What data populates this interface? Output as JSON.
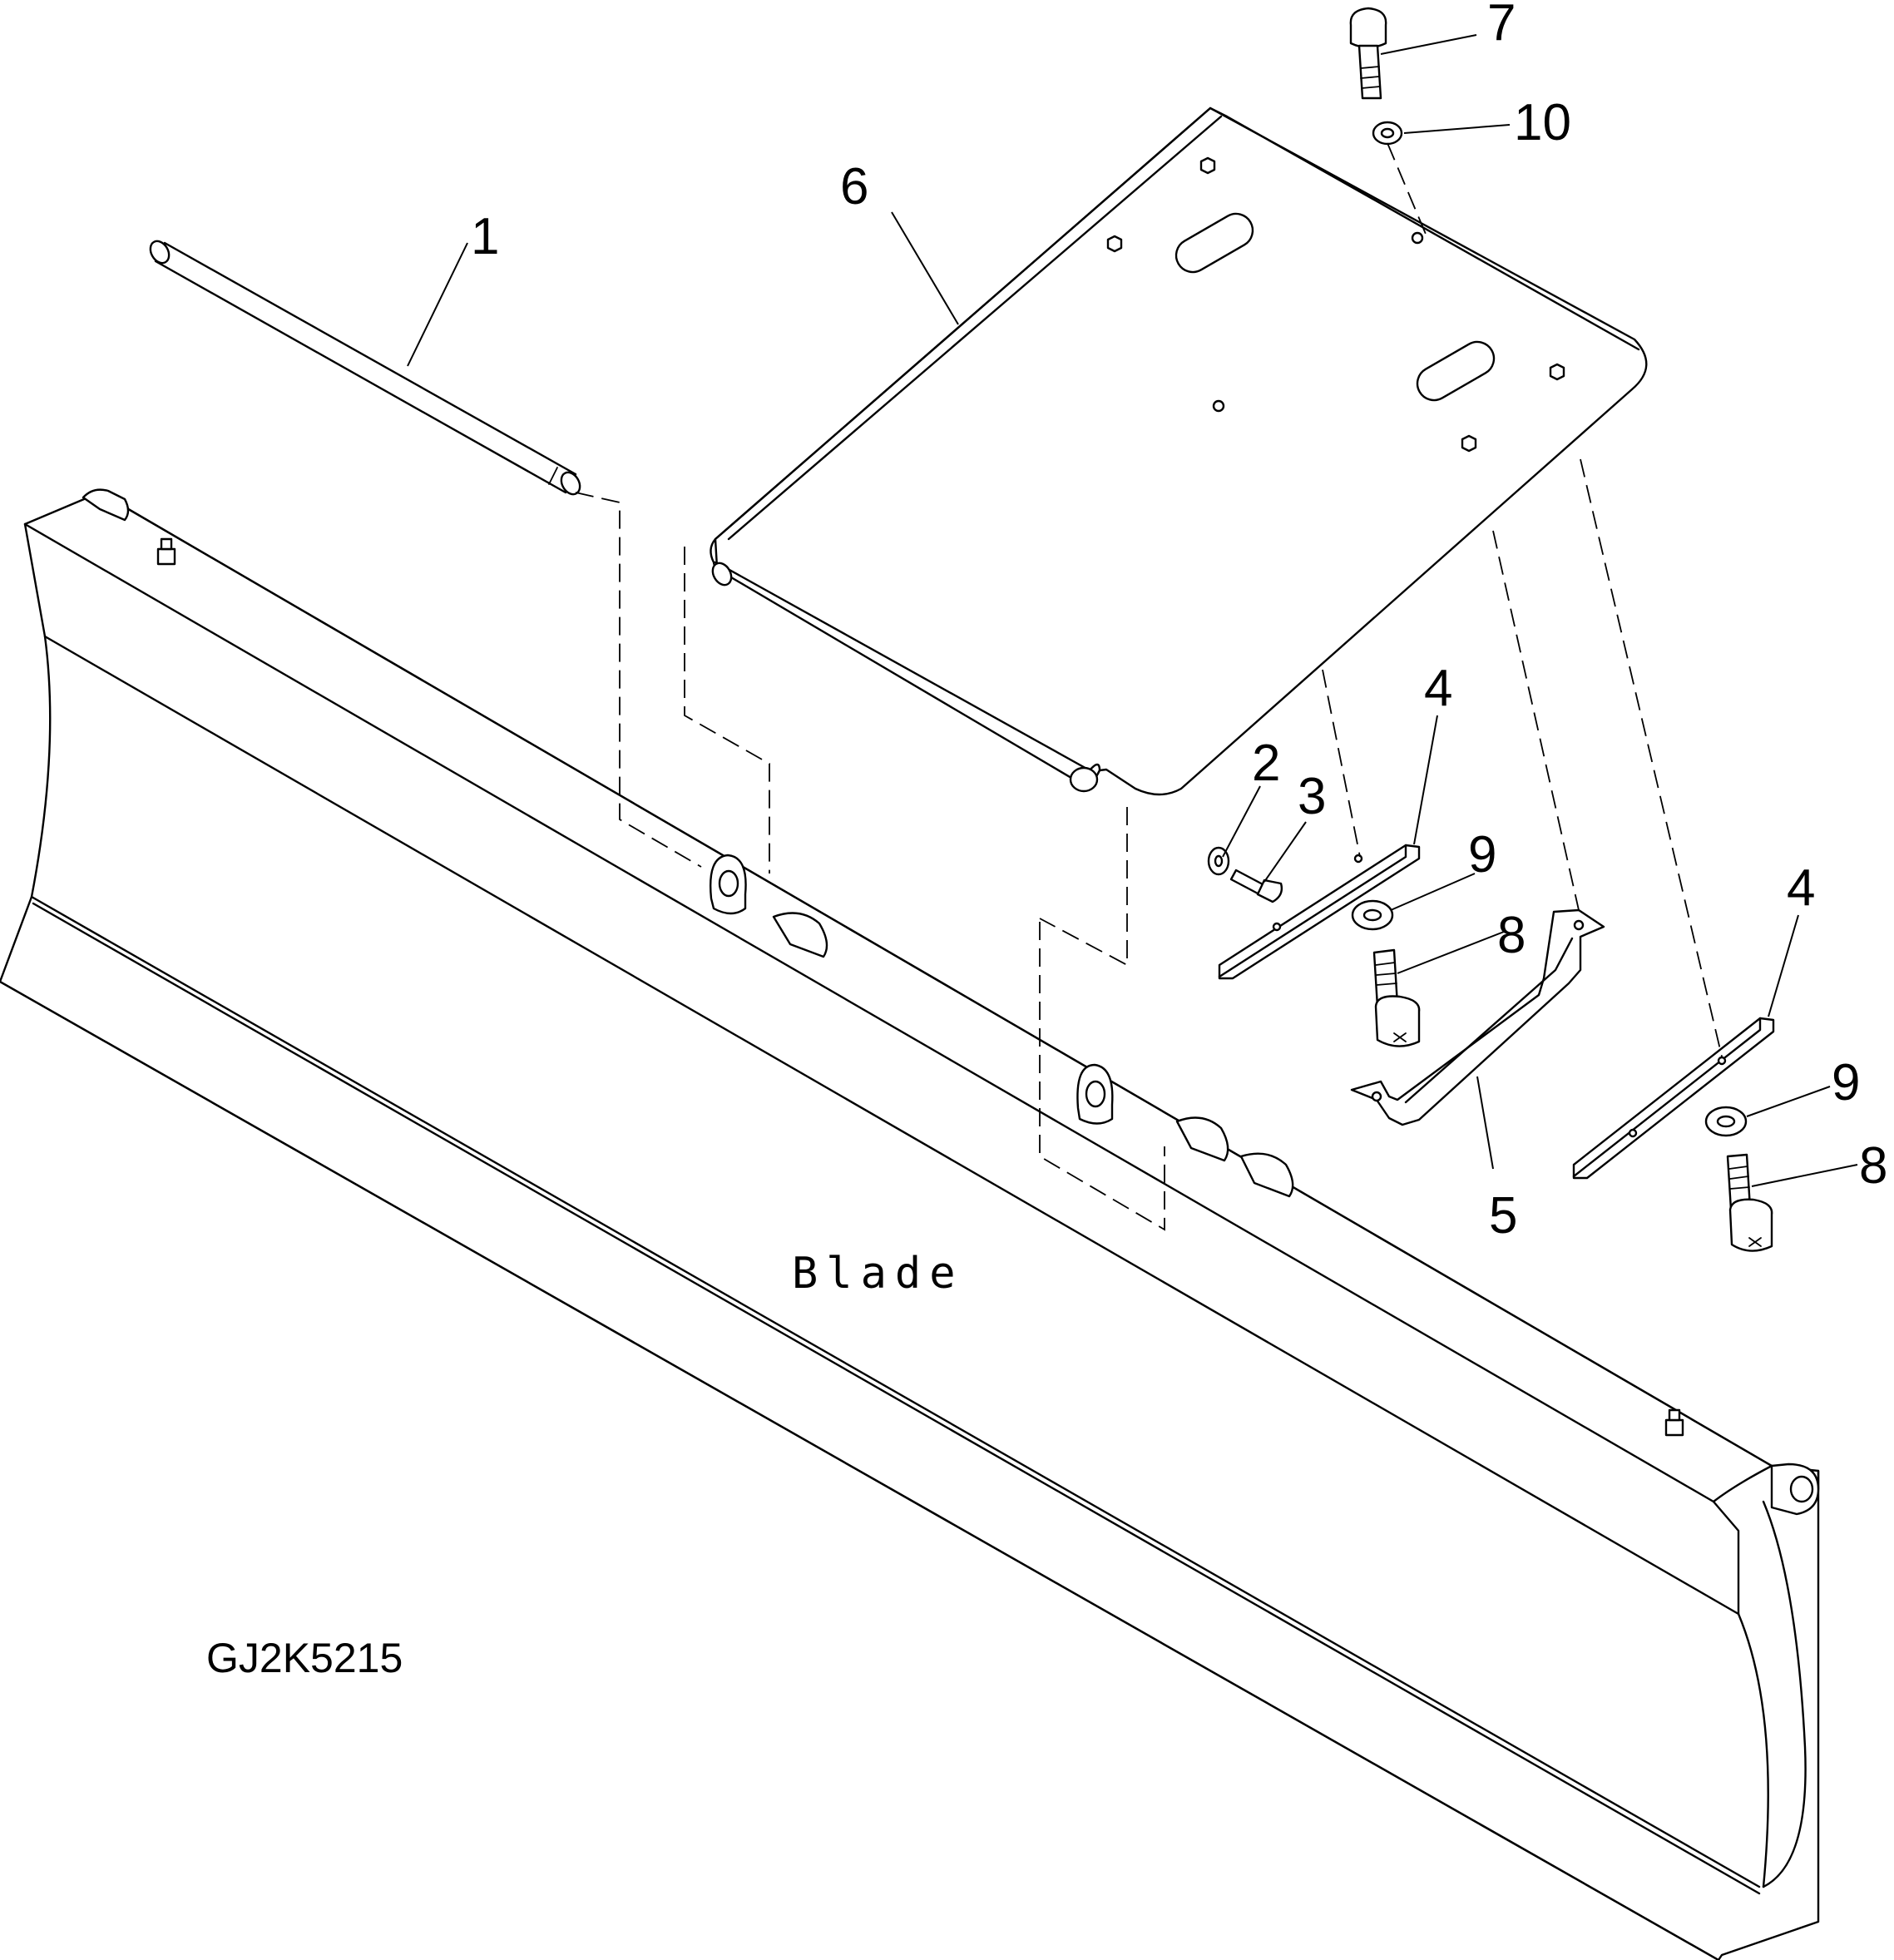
{
  "figure_id": "GJ2K5215",
  "blade_label": "Blade",
  "callouts": {
    "c1": "1",
    "c2": "2",
    "c3": "3",
    "c4a": "4",
    "c4b": "4",
    "c5": "5",
    "c6": "6",
    "c7": "7",
    "c8a": "8",
    "c8b": "8",
    "c9a": "9",
    "c9b": "9",
    "c10": "10"
  }
}
